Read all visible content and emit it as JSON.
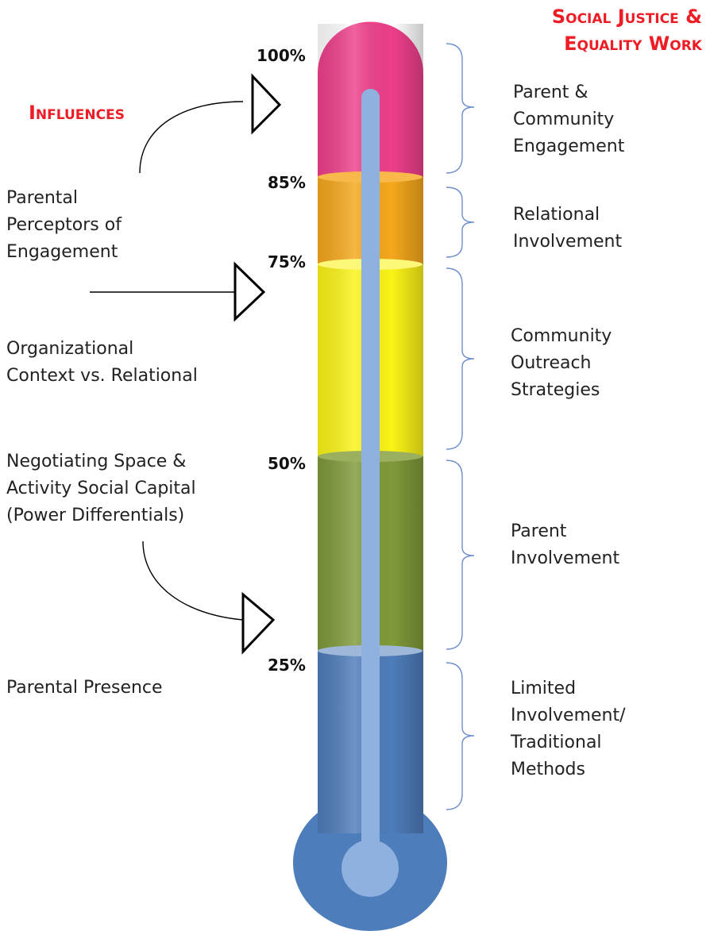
{
  "titles": {
    "social_justice_line1": "Social Justice &",
    "social_justice_line2": "Equality Work",
    "influences": "Influences"
  },
  "percent_labels": [
    "100%",
    "85%",
    "75%",
    "50%",
    "25%"
  ],
  "levels": [
    {
      "from": 85,
      "to": 100,
      "color": "#ee3f8b",
      "label_lines": [
        "Parent &",
        "Community",
        "Engagement"
      ]
    },
    {
      "from": 75,
      "to": 85,
      "color": "#f5a81c",
      "label_lines": [
        "Relational",
        "Involvement"
      ]
    },
    {
      "from": 50,
      "to": 75,
      "color": "#fbf417",
      "label_lines": [
        "Community",
        "Outreach",
        "Strategies"
      ]
    },
    {
      "from": 25,
      "to": 50,
      "color": "#7f9a3a",
      "label_lines": [
        "Parent",
        "Involvement"
      ]
    },
    {
      "from": 0,
      "to": 25,
      "color": "#4e7dbb",
      "label_lines": [
        "Limited",
        "Involvement/",
        "Traditional",
        "Methods"
      ]
    }
  ],
  "influences": [
    [
      "Parental",
      "Perceptors of",
      "Engagement"
    ],
    [
      "Organizational",
      "Context vs. Relational"
    ],
    [
      "Negotiating Space &",
      "Activity Social Capital",
      "(Power Differentials)"
    ],
    [
      "Parental Presence"
    ]
  ],
  "colors": {
    "accent_red": "#ee1c25",
    "bulb_blue": "#4e7dbb",
    "tube_light_blue": "#8fb1e0",
    "bracket_blue": "#6d8fcb"
  }
}
